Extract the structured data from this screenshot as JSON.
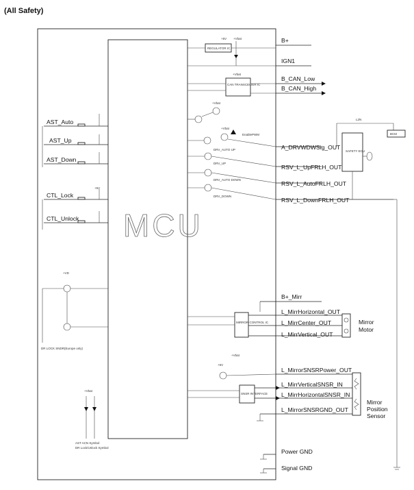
{
  "title": "(All Safety)",
  "mcu_label": "MCU",
  "left_inputs": [
    "AST_Auto",
    "AST_Up",
    "AST_Down",
    "CTL_Lock",
    "CTL_Unlock"
  ],
  "right_outputs": {
    "power_can": [
      "B+",
      "IGN1",
      "B_CAN_Low",
      "B_CAN_High"
    ],
    "window": [
      "A_DRVWDWSig_OUT",
      "RSV_L_UpFRLH_OUT",
      "RSV_L_AutoFRLH_OUT",
      "RSV_L_DownFRLH_OUT"
    ],
    "mirror_motor": [
      "B+_Mirr",
      "L_MirrHorizontal_OUT",
      "L_MirrCenter_OUT",
      "L_MirrVertical_OUT"
    ],
    "mirror_sensor": [
      "L_MirrorSNSRPower_OUT",
      "L_MirrVerticalSNSR_IN",
      "L_MirrHorizontalSNSR_IN",
      "L_MirrorSNSRGND_OUT"
    ],
    "ground": [
      "Power GND",
      "Signal GND"
    ]
  },
  "side_labels": {
    "mirror_motor": [
      "Mirror",
      "Motor"
    ],
    "mirror_sensor": [
      "Mirror",
      "Position",
      "Sensor"
    ]
  },
  "supply_labels": {
    "plus5v": "+5V",
    "plus5v_b": "+5V",
    "vbat": "+Vbat",
    "vd": "+VD"
  },
  "small_labels": {
    "regulator": "REGULATOR IC",
    "can_transceiver": "CAN TRANSCEIVER IC",
    "mirror_drv": "MIRROR CONTROL IC",
    "sensor_ic": "SNSR INTERFACE",
    "safety_ecu": "SAFETY ECU",
    "l2n": "L2N",
    "bcm": "BCM",
    "drv_auto_up": "DRV_AUTO UP",
    "drv_up": "DRV_UP",
    "drv_auto_down": "DRV_AUTO DOWN",
    "drv_down": "DRV_DOWN",
    "dr_lock_note": "DR LOCK SNDR(Europe only)",
    "ast_note_1": "AST ACN Symbol",
    "ast_note_2": "DR Lock/Unlock Symbol",
    "enable": "EnablePWM"
  }
}
